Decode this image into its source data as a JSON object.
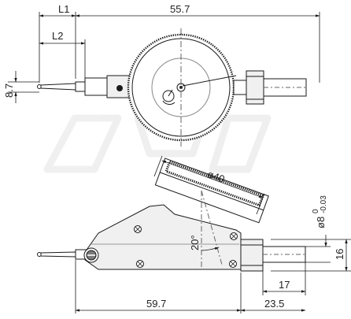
{
  "dimensions": {
    "L1": "L1",
    "L2": "L2",
    "top_width": "55.7",
    "stem_height": "8.7",
    "dial_diameter": "ø40",
    "angle": "20°",
    "stem_diameter": "ø8",
    "tol_upper": "0",
    "tol_lower": "-0.03",
    "stem_height_side": "16",
    "stem_length": "17",
    "total_width": "59.7",
    "right_width": "23.5"
  },
  "watermark": "LAY",
  "colors": {
    "line": "#1a1a1a",
    "body_fill": "#f0f0f0",
    "dark_fill": "#7a7a7a",
    "watermark": "#e6e6e6"
  }
}
